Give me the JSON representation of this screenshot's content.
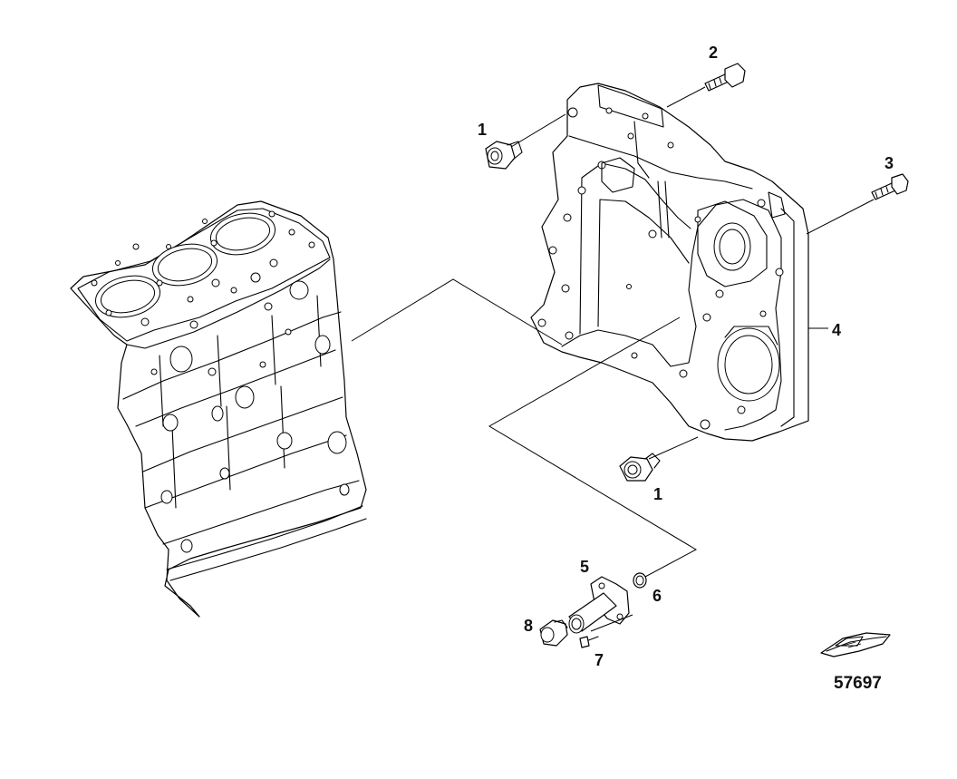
{
  "diagram": {
    "callouts": {
      "c1_top": "1",
      "c2": "2",
      "c3": "3",
      "c4": "4",
      "c1_bottom": "1",
      "c5": "5",
      "c6": "6",
      "c7": "7",
      "c8": "8"
    },
    "figure_number": "57697",
    "icons": [
      "engine-block-icon",
      "gear-case-cover-icon",
      "boat-icon"
    ]
  }
}
